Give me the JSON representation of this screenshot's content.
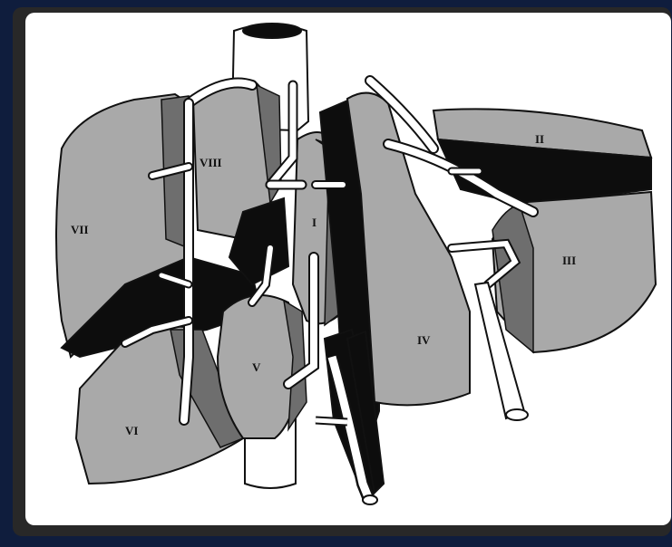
{
  "diagram": {
    "segments": [
      {
        "id": "I",
        "label": "I"
      },
      {
        "id": "II",
        "label": "II"
      },
      {
        "id": "III",
        "label": "III"
      },
      {
        "id": "IV",
        "label": "IV"
      },
      {
        "id": "V",
        "label": "V"
      },
      {
        "id": "VI",
        "label": "VI"
      },
      {
        "id": "VII",
        "label": "VII"
      },
      {
        "id": "VIII",
        "label": "VIII"
      }
    ]
  },
  "colors": {
    "page_background": "#0f1d3d",
    "frame": "#282828",
    "panel": "#ffffff",
    "segment_fill": "#a9a9a9",
    "segment_dark": "#6e6e6e",
    "black": "#0d0d0d",
    "vessel": "#ffffff"
  }
}
